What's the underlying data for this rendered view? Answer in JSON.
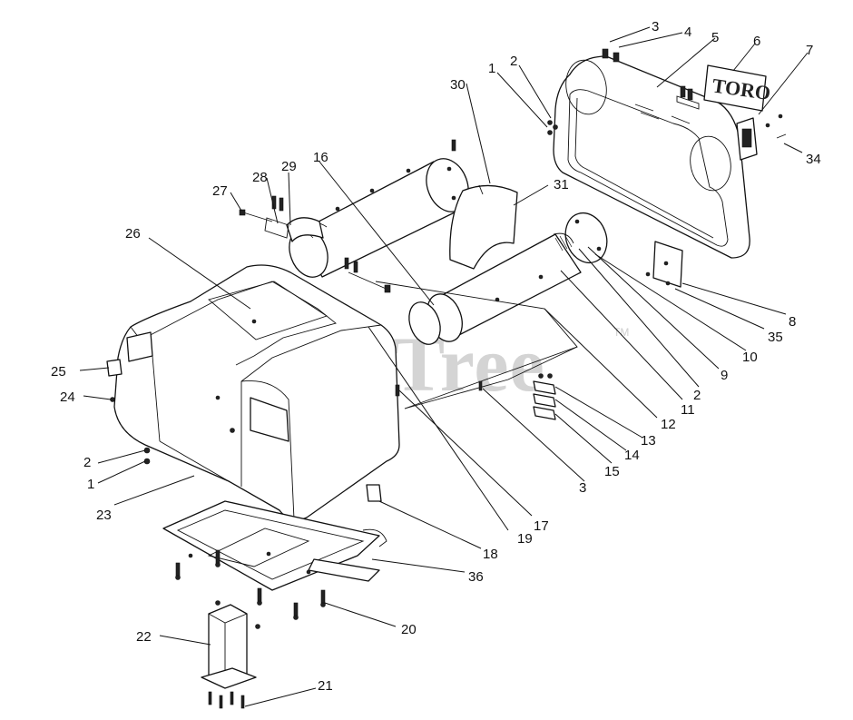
{
  "diagram": {
    "watermark": "PartsTree",
    "trademark": "TM",
    "plate_logo": "TORO",
    "callouts": [
      "1",
      "2",
      "3",
      "4",
      "5",
      "6",
      "7",
      "8",
      "9",
      "10",
      "11",
      "12",
      "13",
      "14",
      "15",
      "16",
      "17",
      "18",
      "19",
      "20",
      "21",
      "22",
      "23",
      "24",
      "25",
      "26",
      "27",
      "28",
      "29",
      "30",
      "31",
      "34",
      "35",
      "36"
    ]
  }
}
